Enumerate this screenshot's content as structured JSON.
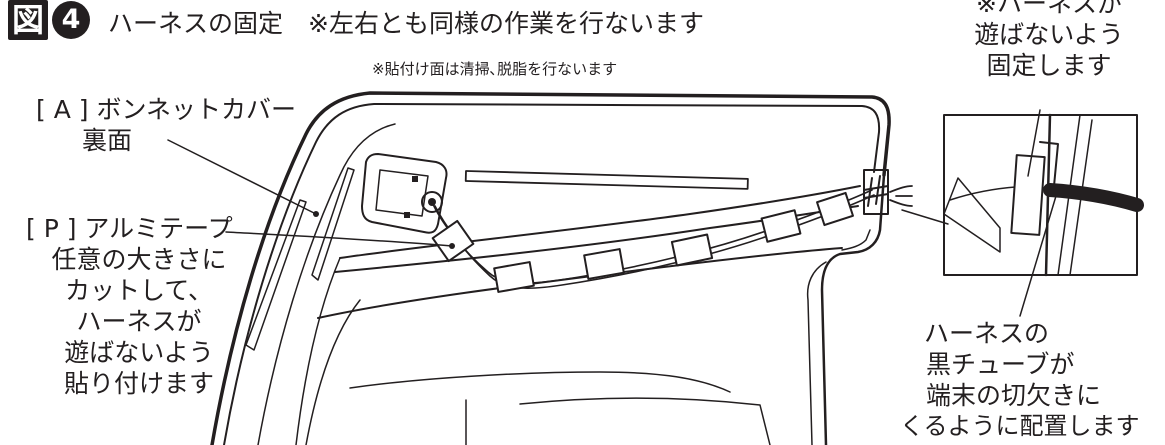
{
  "figure": {
    "badge": "図",
    "number": "4",
    "title": "ハーネスの固定　※左右とも同様の作業を行ないます",
    "subnote": "※貼付け面は清掃､脱脂を行ないます"
  },
  "callouts": {
    "part_a": [
      "[ A ] ボンネットカバー",
      "裏面"
    ],
    "part_p": [
      "[ P ] アルミテープ",
      "任意の大きさに",
      "カットして、",
      "ハーネスが",
      "遊ばないよう",
      "貼り付けます"
    ],
    "detail_top": [
      "※ハーネスが",
      "遊ばないよう",
      "固定します"
    ],
    "detail_bottom": [
      "ハーネスの",
      "黒チューブが",
      "端末の切欠きに",
      "くるように配置します"
    ]
  },
  "colors": {
    "ink": "#231f20",
    "background": "#ffffff"
  },
  "icons": {
    "circled_number": "circled-4-badge",
    "figure_badge": "zu-badge"
  }
}
